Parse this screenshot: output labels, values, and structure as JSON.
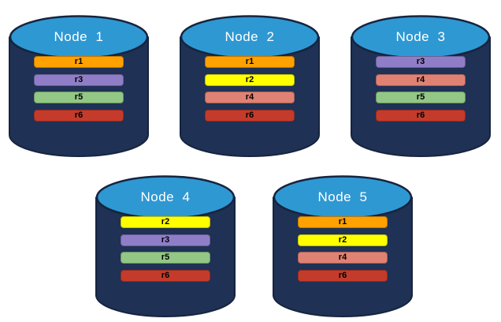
{
  "background": "#FFFFFF",
  "colors": {
    "cylinder_body": "#1F3154",
    "cylinder_outline": "#16243F",
    "cylinder_top_fill": "#2E98D3",
    "node_label_text": "#FFFFFF",
    "replica_label_text": "#000000",
    "replicas": {
      "r1": "#FFA100",
      "r2": "#FFFF00",
      "r3": "#8F7EC7",
      "r4": "#E08273",
      "r5": "#92C785",
      "r6": "#C43B2B"
    }
  },
  "nodes": [
    {
      "label": "Node  1",
      "replicas": [
        "r1",
        "r3",
        "r5",
        "r6"
      ]
    },
    {
      "label": "Node  2",
      "replicas": [
        "r1",
        "r2",
        "r4",
        "r6"
      ]
    },
    {
      "label": "Node  3",
      "replicas": [
        "r3",
        "r4",
        "r5",
        "r6"
      ]
    },
    {
      "label": "Node  4",
      "replicas": [
        "r2",
        "r3",
        "r5",
        "r6"
      ]
    },
    {
      "label": "Node  5",
      "replicas": [
        "r1",
        "r2",
        "r4",
        "r6"
      ]
    }
  ]
}
